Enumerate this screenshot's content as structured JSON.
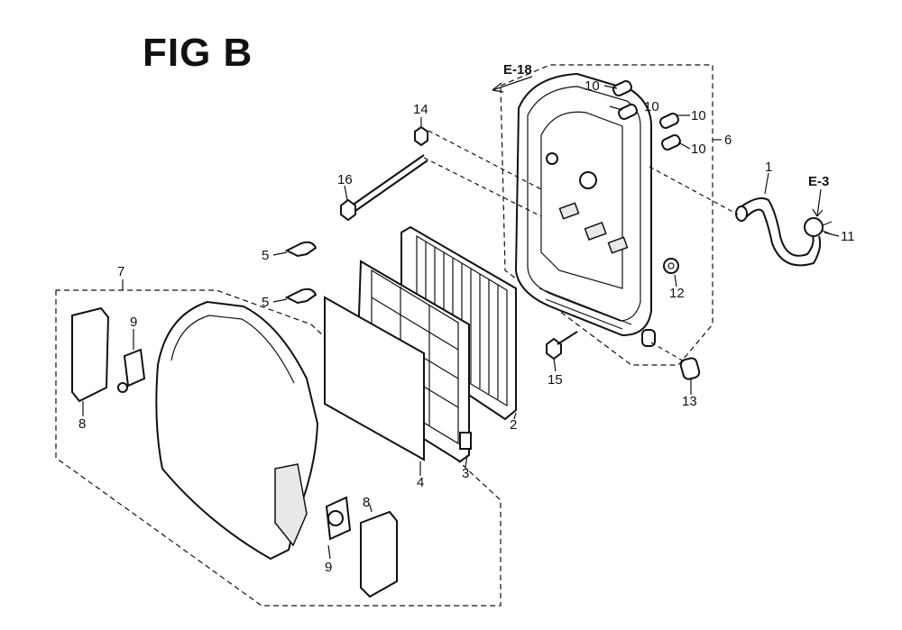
{
  "figure": {
    "title": "FIG B"
  },
  "references": {
    "e18": "E-18",
    "e3": "E-3"
  },
  "part_numbers": {
    "p1": "1",
    "p2": "2",
    "p3": "3",
    "p4": "4",
    "p5": "5",
    "p6": "6",
    "p7": "7",
    "p8": "8",
    "p9": "9",
    "p10": "10",
    "p11": "11",
    "p12": "12",
    "p13": "13",
    "p14": "14",
    "p15": "15",
    "p16": "16"
  }
}
